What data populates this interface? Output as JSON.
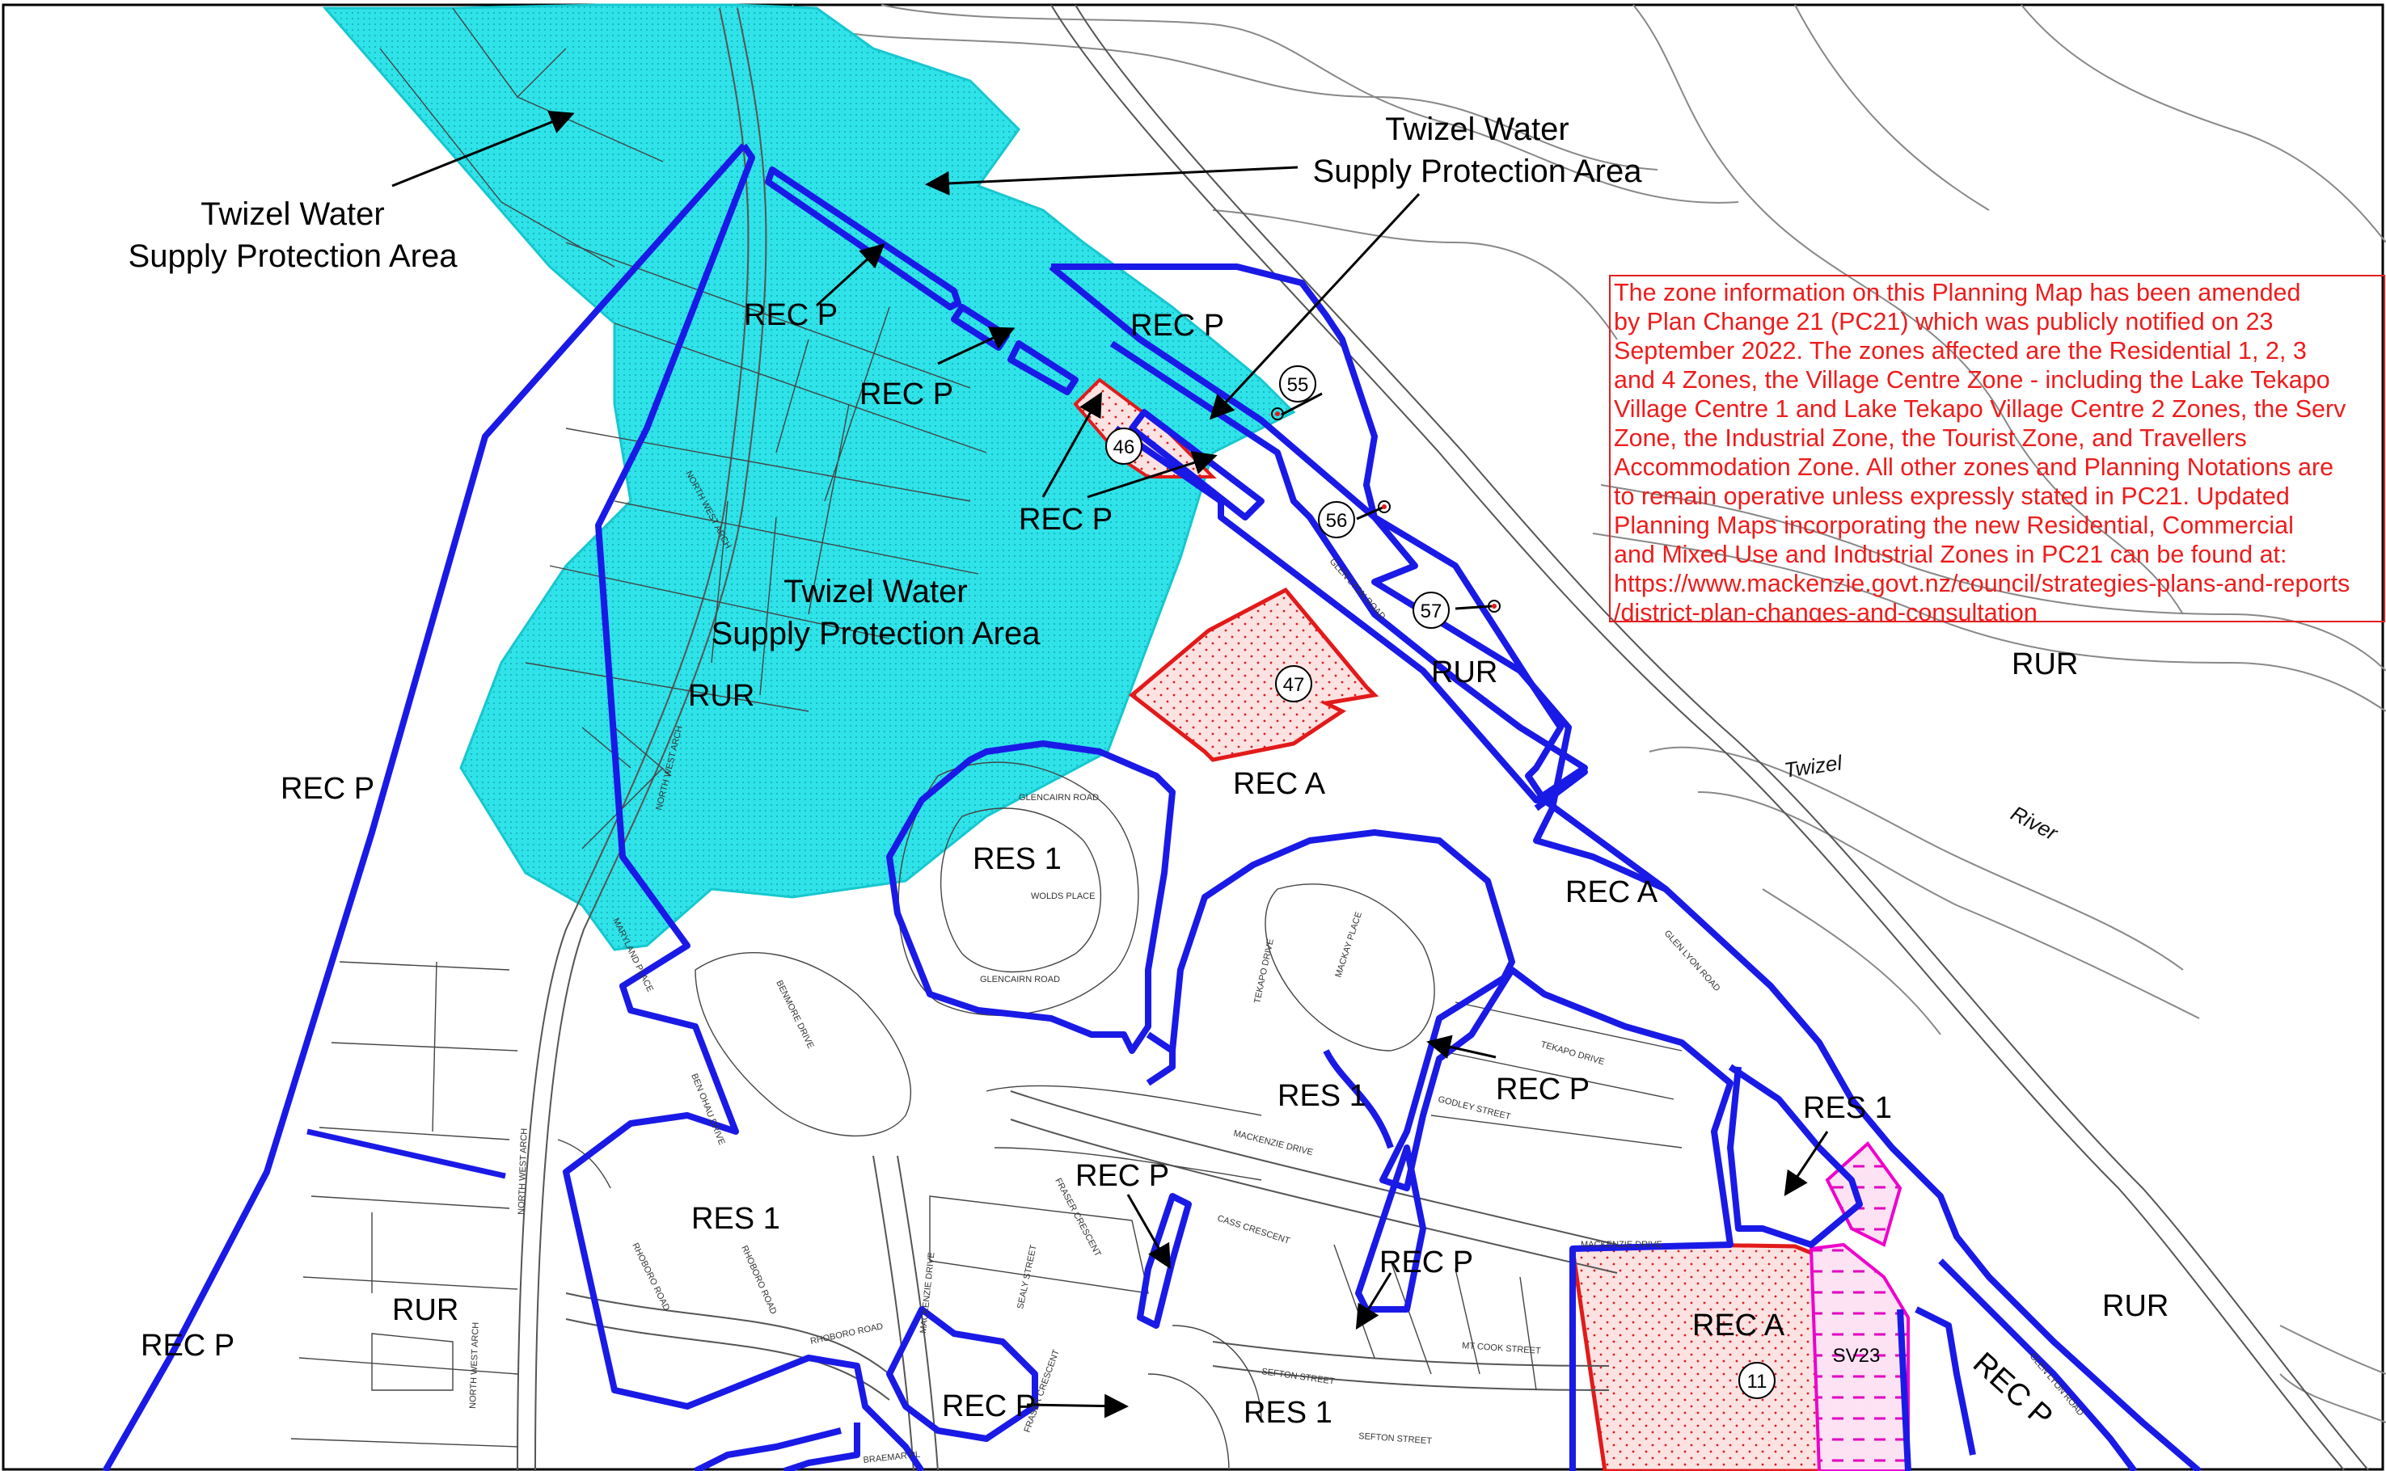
{
  "colors": {
    "water_protection_fill": "#2fe3e8",
    "zone_boundary": "#1a1ae6",
    "rec_a_overlay": "#e21a1a",
    "sv_overlay": "#ee00cc",
    "notice_text": "#ee1c1c"
  },
  "zone_labels": {
    "rur_1": "RUR",
    "rur_2": "RUR",
    "rur_3": "RUR",
    "rur_4": "RUR",
    "rur_5": "RUR",
    "rec_p_1": "REC P",
    "rec_p_2": "REC P",
    "rec_p_3": "REC P",
    "rec_p_4": "REC P",
    "rec_p_5": "REC P",
    "rec_p_6": "REC P",
    "rec_p_7": "REC P",
    "rec_p_8": "REC P",
    "rec_p_9": "REC P",
    "rec_p_10": "REC P",
    "rec_p_11": "REC P",
    "rec_a_1": "REC A",
    "rec_a_2": "REC A",
    "rec_a_3": "REC A",
    "res1_1": "RES 1",
    "res1_2": "RES 1",
    "res1_3": "RES 1",
    "res1_4": "RES 1",
    "res1_5": "RES 1"
  },
  "protection_area_label": {
    "line1": "Twizel Water",
    "line2": "Supply Protection Area"
  },
  "notation_numbers": {
    "n46": "46",
    "n47": "47",
    "n55": "55",
    "n56": "56",
    "n57": "57",
    "n11": "11",
    "sv23": "SV23"
  },
  "river_label": {
    "word1": "Twizel",
    "word2": "River"
  },
  "street_names": {
    "north_west_arch": "NORTH WEST ARCH",
    "glen_lyon_road": "GLEN LYON ROAD",
    "glencairn_road": "GLENCAIRN ROAD",
    "wolds_place": "WOLDS PLACE",
    "mackenzie_drive": "MACKENZIE DRIVE",
    "tekapo_drive": "TEKAPO DRIVE",
    "godley_street": "GODLEY STREET",
    "mackay_place": "MACKAY PLACE",
    "rhoboro_road": "RHOBORO ROAD",
    "benmore_drive": "BENMORE DRIVE",
    "ben_ohau": "BEN OHAU DRIVE",
    "cass_crescent": "CASS CRESCENT",
    "fraser_crescent": "FRASER CRESCENT",
    "sealy_street": "SEALY STREET",
    "mt_cook_street": "MT COOK STREET",
    "sefton_street": "SEFTON STREET",
    "braemar_pl": "BRAEMAR PL",
    "maryland_place": "MARYLAND PLACE"
  },
  "notice": {
    "text": "The zone information on this Planning Map has been amended\nby Plan Change 21 (PC21) which was publicly notified on 23\nSeptember 2022. The zones affected are the Residential 1, 2, 3\nand 4 Zones, the Village Centre Zone - including the Lake Tekapo\nVillage Centre 1 and Lake Tekapo Village Centre 2 Zones, the Serv\nZone, the Industrial Zone, the Tourist Zone, and Travellers\nAccommodation Zone. All other zones and Planning Notations are\nto remain operative unless expressly stated in PC21. Updated\nPlanning Maps incorporating the new Residential, Commercial\nand Mixed Use and Industrial Zones in PC21 can be found at:\nhttps://www.mackenzie.govt.nz/council/strategies-plans-and-reports\n/district-plan-changes-and-consultation"
  }
}
